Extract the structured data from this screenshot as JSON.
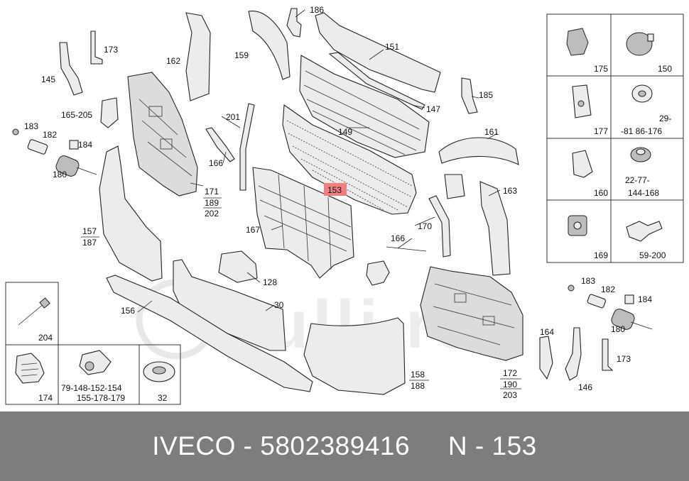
{
  "footer": {
    "text": "IVECO - 5802389416     N - 153"
  },
  "watermark": {
    "text": "Rulli.ru"
  },
  "highlight_color": "#f08080",
  "callouts": {
    "c186": "186",
    "c151": "151",
    "c173a": "173",
    "c145": "145",
    "c162": "162",
    "c159": "159",
    "c185": "185",
    "c147": "147",
    "c165": "165-205",
    "c201": "201",
    "c149": "149",
    "c161": "161",
    "c183a": "183",
    "c182a": "182",
    "c184a": "184",
    "c180a": "180",
    "c166a": "166",
    "c153": "153",
    "c163": "163",
    "c171": "171",
    "c189": "189",
    "c202": "202",
    "c167": "167",
    "c157": "157",
    "c187": "187",
    "c166b": "166",
    "c170": "170",
    "c128": "128",
    "c156": "156",
    "c30": "30",
    "c183b": "183",
    "c182b": "182",
    "c184b": "184",
    "c180b": "180",
    "c164": "164",
    "c173b": "173",
    "c146": "146",
    "c158": "158",
    "c188": "188",
    "c172": "172",
    "c190": "190",
    "c203": "203"
  },
  "side_panel": {
    "c175": "175",
    "c150": "150",
    "c177": "177",
    "c29a": "29-",
    "c29b": "-81 86-176",
    "c160": "160",
    "c22a": "22-77-",
    "c22b": "144-168",
    "c169": "169",
    "c59": "59-200"
  },
  "bottom_panel": {
    "c204": "204",
    "c174": "174",
    "c79a": "79-148-152-154",
    "c79b": "155-178-179",
    "c32": "32"
  }
}
